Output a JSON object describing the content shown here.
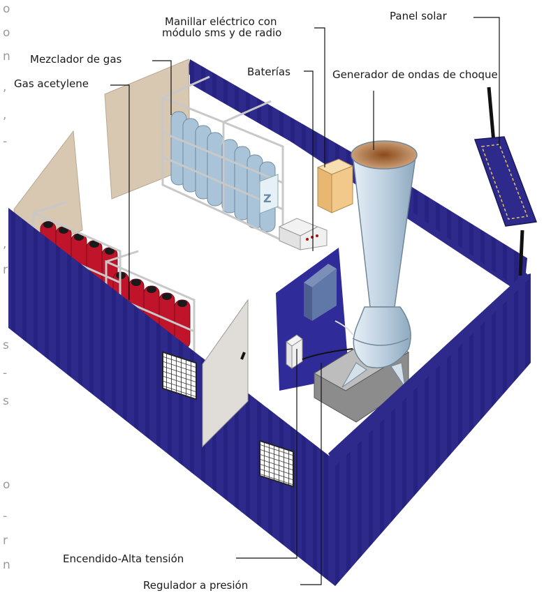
{
  "diagram": {
    "labels": {
      "manillar_line1": "Manillar eléctrico con",
      "manillar_line2": "módulo sms y de radio",
      "panel_solar": "Panel solar",
      "mezclador": "Mezclador de gas",
      "gas_acetylene": "Gas acetylene",
      "baterias": "Baterías",
      "generador": "Generador de ondas de choque",
      "encendido": "Encendido-Alta tensión",
      "regulador": "Regulador a presión"
    },
    "margin_text": [
      "o",
      "o",
      "n",
      ",",
      ",",
      "-",
      ",",
      "r",
      "s",
      "-",
      "s",
      "o",
      "-",
      "r",
      "n"
    ],
    "colors": {
      "container": "#2d2a8c",
      "container_dark": "#1d1a66",
      "gas_cylinder": "#c0142a",
      "blue_cylinder": "#a9c4d8",
      "panel_tan": "#d8c7b1",
      "battery": "#f2c98a",
      "cone": "#c9d9e6"
    }
  }
}
